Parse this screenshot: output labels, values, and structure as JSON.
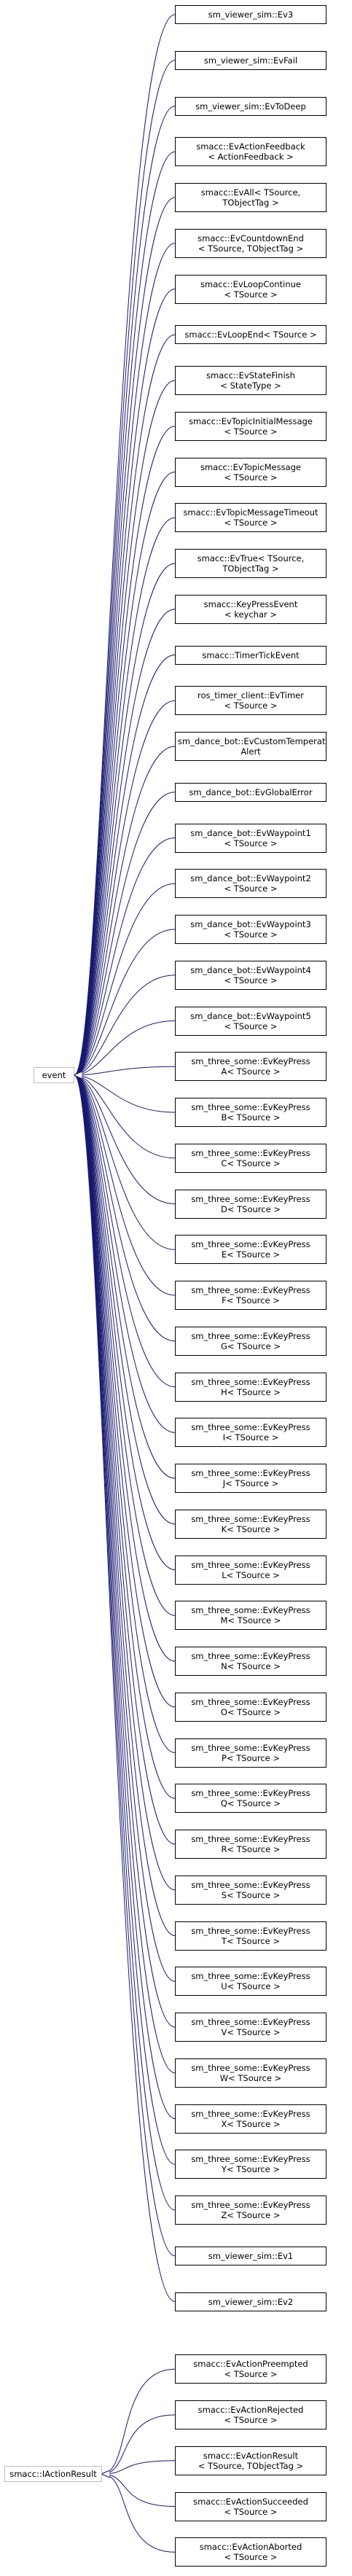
{
  "bases": [
    {
      "id": "event",
      "label": "event"
    },
    {
      "id": "actionresult",
      "label": "smacc::IActionResult"
    }
  ],
  "nodes": [
    {
      "lines": [
        "sm_viewer_sim::Ev3"
      ],
      "base": "event"
    },
    {
      "lines": [
        "sm_viewer_sim::EvFail"
      ],
      "base": "event"
    },
    {
      "lines": [
        "sm_viewer_sim::EvToDeep"
      ],
      "base": "event"
    },
    {
      "lines": [
        "smacc::EvActionFeedback",
        "< ActionFeedback >"
      ],
      "base": "event"
    },
    {
      "lines": [
        "smacc::EvAll< TSource,",
        "TObjectTag >"
      ],
      "base": "event"
    },
    {
      "lines": [
        "smacc::EvCountdownEnd",
        "< TSource, TObjectTag >"
      ],
      "base": "event"
    },
    {
      "lines": [
        "smacc::EvLoopContinue",
        "< TSource >"
      ],
      "base": "event"
    },
    {
      "lines": [
        "smacc::EvLoopEnd< TSource >"
      ],
      "base": "event"
    },
    {
      "lines": [
        "smacc::EvStateFinish",
        "< StateType >"
      ],
      "base": "event"
    },
    {
      "lines": [
        "smacc::EvTopicInitialMessage",
        "< TSource >"
      ],
      "base": "event"
    },
    {
      "lines": [
        "smacc::EvTopicMessage",
        "< TSource >"
      ],
      "base": "event"
    },
    {
      "lines": [
        "smacc::EvTopicMessageTimeout",
        "< TSource >"
      ],
      "base": "event"
    },
    {
      "lines": [
        "smacc::EvTrue< TSource,",
        "TObjectTag >"
      ],
      "base": "event"
    },
    {
      "lines": [
        "smacc::KeyPressEvent",
        "< keychar >"
      ],
      "base": "event"
    },
    {
      "lines": [
        "smacc::TimerTickEvent"
      ],
      "base": "event"
    },
    {
      "lines": [
        "ros_timer_client::EvTimer",
        "< TSource >"
      ],
      "base": "event"
    },
    {
      "lines": [
        "sm_dance_bot::EvCustomTemperature",
        "Alert"
      ],
      "base": "event"
    },
    {
      "lines": [
        "sm_dance_bot::EvGlobalError"
      ],
      "base": "event"
    },
    {
      "lines": [
        "sm_dance_bot::EvWaypoint1",
        "< TSource >"
      ],
      "base": "event"
    },
    {
      "lines": [
        "sm_dance_bot::EvWaypoint2",
        "< TSource >"
      ],
      "base": "event"
    },
    {
      "lines": [
        "sm_dance_bot::EvWaypoint3",
        "< TSource >"
      ],
      "base": "event"
    },
    {
      "lines": [
        "sm_dance_bot::EvWaypoint4",
        "< TSource >"
      ],
      "base": "event"
    },
    {
      "lines": [
        "sm_dance_bot::EvWaypoint5",
        "< TSource >"
      ],
      "base": "event"
    },
    {
      "lines": [
        "sm_three_some::EvKeyPress",
        "A< TSource >"
      ],
      "base": "event"
    },
    {
      "lines": [
        "sm_three_some::EvKeyPress",
        "B< TSource >"
      ],
      "base": "event"
    },
    {
      "lines": [
        "sm_three_some::EvKeyPress",
        "C< TSource >"
      ],
      "base": "event"
    },
    {
      "lines": [
        "sm_three_some::EvKeyPress",
        "D< TSource >"
      ],
      "base": "event"
    },
    {
      "lines": [
        "sm_three_some::EvKeyPress",
        "E< TSource >"
      ],
      "base": "event"
    },
    {
      "lines": [
        "sm_three_some::EvKeyPress",
        "F< TSource >"
      ],
      "base": "event"
    },
    {
      "lines": [
        "sm_three_some::EvKeyPress",
        "G< TSource >"
      ],
      "base": "event"
    },
    {
      "lines": [
        "sm_three_some::EvKeyPress",
        "H< TSource >"
      ],
      "base": "event"
    },
    {
      "lines": [
        "sm_three_some::EvKeyPress",
        "I< TSource >"
      ],
      "base": "event"
    },
    {
      "lines": [
        "sm_three_some::EvKeyPress",
        "J< TSource >"
      ],
      "base": "event"
    },
    {
      "lines": [
        "sm_three_some::EvKeyPress",
        "K< TSource >"
      ],
      "base": "event"
    },
    {
      "lines": [
        "sm_three_some::EvKeyPress",
        "L< TSource >"
      ],
      "base": "event"
    },
    {
      "lines": [
        "sm_three_some::EvKeyPress",
        "M< TSource >"
      ],
      "base": "event"
    },
    {
      "lines": [
        "sm_three_some::EvKeyPress",
        "N< TSource >"
      ],
      "base": "event"
    },
    {
      "lines": [
        "sm_three_some::EvKeyPress",
        "O< TSource >"
      ],
      "base": "event"
    },
    {
      "lines": [
        "sm_three_some::EvKeyPress",
        "P< TSource >"
      ],
      "base": "event"
    },
    {
      "lines": [
        "sm_three_some::EvKeyPress",
        "Q< TSource >"
      ],
      "base": "event"
    },
    {
      "lines": [
        "sm_three_some::EvKeyPress",
        "R< TSource >"
      ],
      "base": "event"
    },
    {
      "lines": [
        "sm_three_some::EvKeyPress",
        "S< TSource >"
      ],
      "base": "event"
    },
    {
      "lines": [
        "sm_three_some::EvKeyPress",
        "T< TSource >"
      ],
      "base": "event"
    },
    {
      "lines": [
        "sm_three_some::EvKeyPress",
        "U< TSource >"
      ],
      "base": "event"
    },
    {
      "lines": [
        "sm_three_some::EvKeyPress",
        "V< TSource >"
      ],
      "base": "event"
    },
    {
      "lines": [
        "sm_three_some::EvKeyPress",
        "W< TSource >"
      ],
      "base": "event"
    },
    {
      "lines": [
        "sm_three_some::EvKeyPress",
        "X< TSource >"
      ],
      "base": "event"
    },
    {
      "lines": [
        "sm_three_some::EvKeyPress",
        "Y< TSource >"
      ],
      "base": "event"
    },
    {
      "lines": [
        "sm_three_some::EvKeyPress",
        "Z< TSource >"
      ],
      "base": "event"
    },
    {
      "lines": [
        "sm_viewer_sim::Ev1"
      ],
      "base": "event"
    },
    {
      "lines": [
        "sm_viewer_sim::Ev2"
      ],
      "base": "event"
    },
    {
      "lines": [
        "smacc::EvActionPreempted",
        "< TSource >"
      ],
      "base": "actionresult"
    },
    {
      "lines": [
        "smacc::EvActionRejected",
        "< TSource >"
      ],
      "base": "actionresult"
    },
    {
      "lines": [
        "smacc::EvActionResult",
        "< TSource, TObjectTag >"
      ],
      "base": "actionresult"
    },
    {
      "lines": [
        "smacc::EvActionSucceeded",
        "< TSource >"
      ],
      "base": "actionresult"
    },
    {
      "lines": [
        "smacc::EvActionAborted",
        "< TSource >"
      ],
      "base": "actionresult"
    }
  ],
  "colors": {
    "edge": "#191970",
    "border": "#000000",
    "base_border": "#bfbfbf",
    "background": "#ffffff"
  }
}
